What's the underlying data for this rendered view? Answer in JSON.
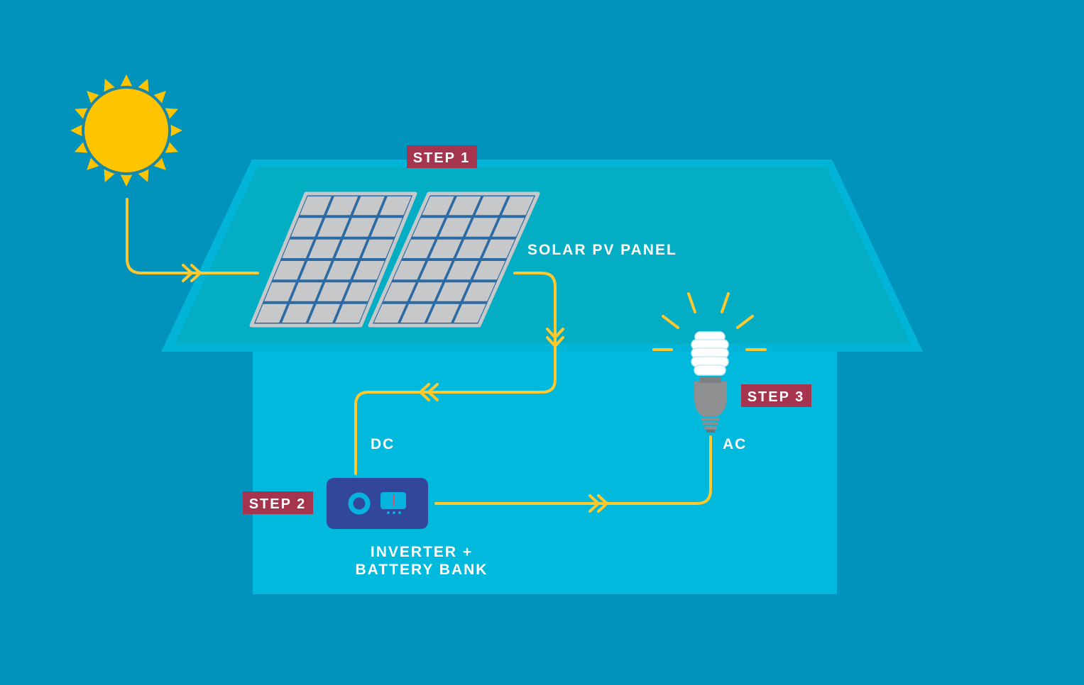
{
  "diagram": {
    "steps": {
      "step1": "STEP 1",
      "step2": "STEP 2",
      "step3": "STEP 3"
    },
    "labels": {
      "panel": "SOLAR PV PANEL",
      "dc": "DC",
      "ac": "AC",
      "inverter_line1": "INVERTER +",
      "inverter_line2": "BATTERY BANK"
    },
    "icons": [
      "sun-icon",
      "solar-panel-icon",
      "inverter-icon",
      "light-bulb-icon"
    ],
    "colors": {
      "background": "#0293bc",
      "roof_outline": "#02b4d8",
      "roof_fill": "#03aec5",
      "house_wall": "#00b9dc",
      "sun": "#ffc400",
      "flow_line": "#ffc82c",
      "step_badge": "#a5354f",
      "inverter": "#33479a",
      "panel_frame": "#c6c8c9"
    }
  }
}
